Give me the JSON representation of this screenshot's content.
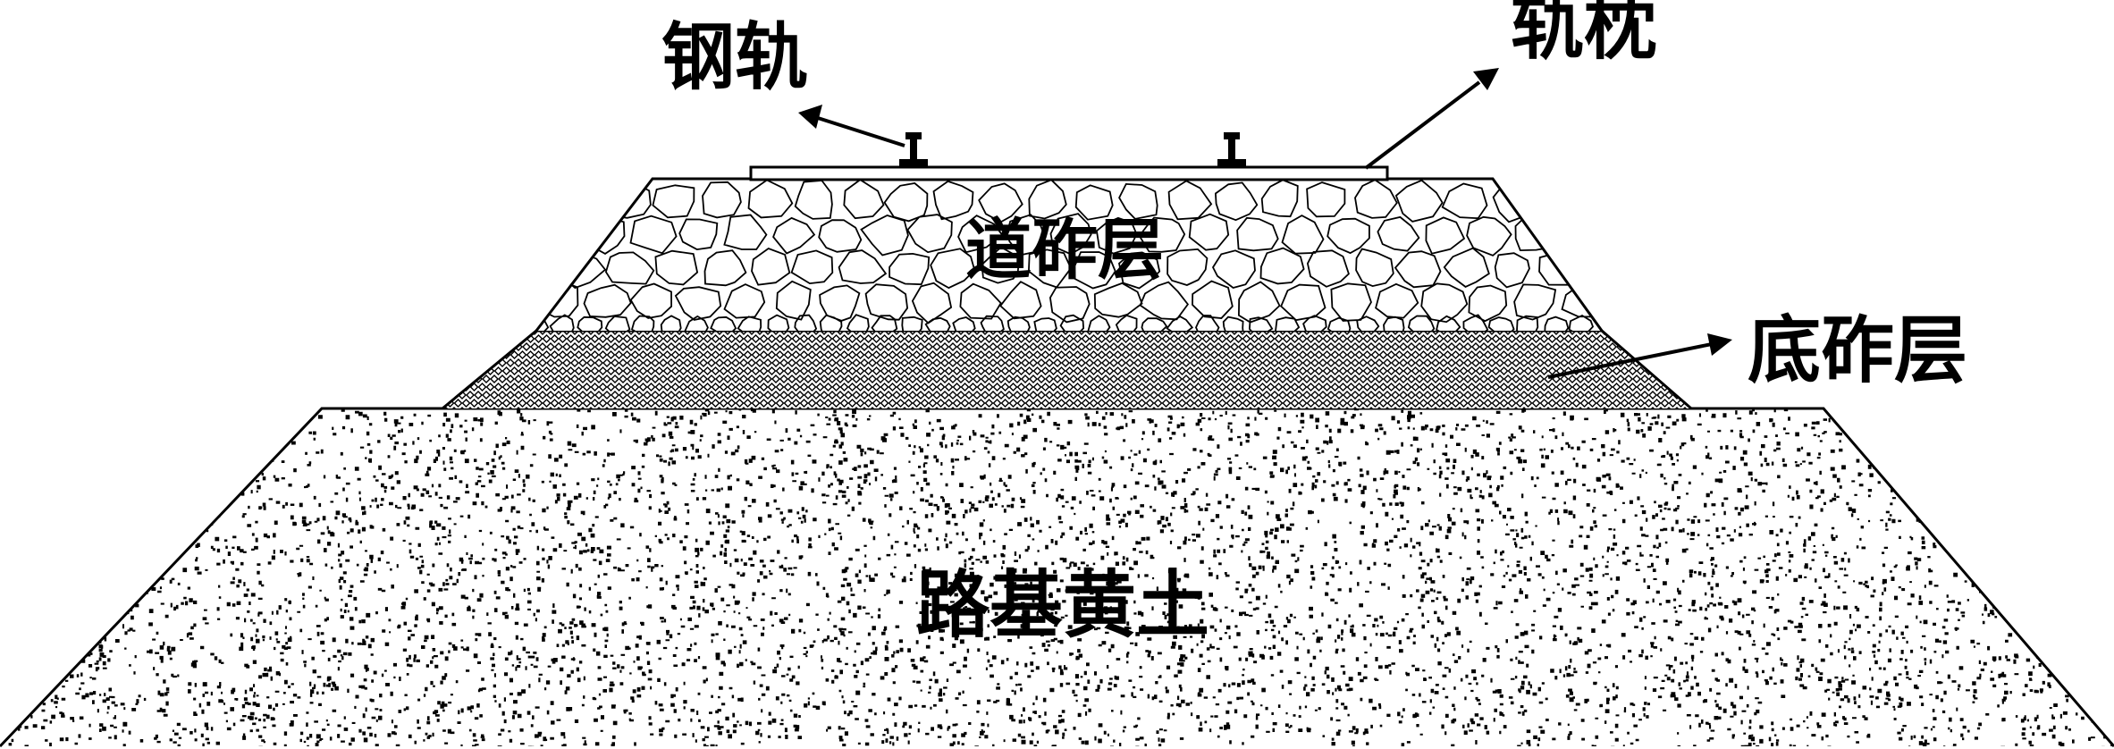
{
  "labels": {
    "rail": "钢轨",
    "sleeper": "轨枕",
    "ballast": "道砟层",
    "subballast": "底砟层",
    "subgrade": "路基黄土"
  },
  "colors": {
    "line": "#000000",
    "background": "#ffffff"
  }
}
